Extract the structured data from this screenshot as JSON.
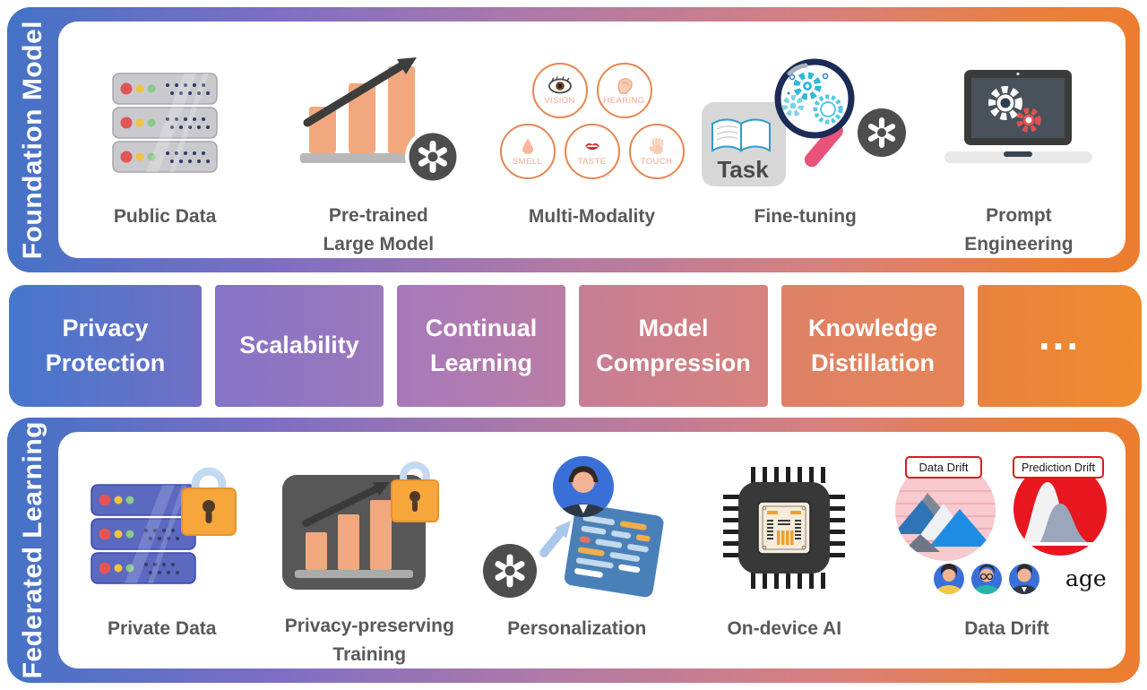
{
  "bands": {
    "foundation": {
      "label": "Foundation Model",
      "items": [
        {
          "label": "Public Data",
          "icon": "database-stack-icon"
        },
        {
          "label": "Pre-trained Large Model",
          "icon": "growth-chart-openai-icon"
        },
        {
          "label": "Multi-Modality",
          "icon": "senses-icon"
        },
        {
          "label": "Fine-tuning",
          "icon": "task-magnifier-openai-icon"
        },
        {
          "label": "Prompt Engineering",
          "icon": "laptop-gears-icon"
        }
      ]
    },
    "challenges": {
      "items": [
        {
          "label": "Privacy Protection"
        },
        {
          "label": "Scalability"
        },
        {
          "label": "Continual Learning"
        },
        {
          "label": "Model Compression"
        },
        {
          "label": "Knowledge Distillation"
        },
        {
          "label": "..."
        }
      ]
    },
    "federated": {
      "label": "Federated Learning",
      "items": [
        {
          "label": "Private Data",
          "icon": "locked-database-icon"
        },
        {
          "label": "Privacy-preserving Training",
          "icon": "locked-training-chart-icon"
        },
        {
          "label": "Personalization",
          "icon": "openai-profile-card-icon"
        },
        {
          "label": "On-device AI",
          "icon": "chip-icon"
        },
        {
          "label": "Data Drift",
          "icon": "drift-charts-icon"
        }
      ]
    }
  },
  "icons": {
    "multi_modality": {
      "senses": [
        "VISION",
        "HEARING",
        "SMELL",
        "TASTE",
        "TOUCH"
      ]
    },
    "fine_tuning": {
      "task_label": "Task"
    },
    "data_drift": {
      "left_chip": "Data Drift",
      "right_chip": "Prediction Drift",
      "age_label": "age"
    }
  },
  "colors": {
    "gradient_start_blue": "#4472c6",
    "gradient_mid_purple": "#b07aa6",
    "gradient_end_orange": "#ec7d2f",
    "bar_peach": "#f2a87e",
    "padlock_orange": "#f6a63a",
    "alert_red": "#e8161e",
    "drift_pink": "#f8c9cf",
    "avatar_blue": "#3a6fd8",
    "label_gray": "#595959"
  }
}
